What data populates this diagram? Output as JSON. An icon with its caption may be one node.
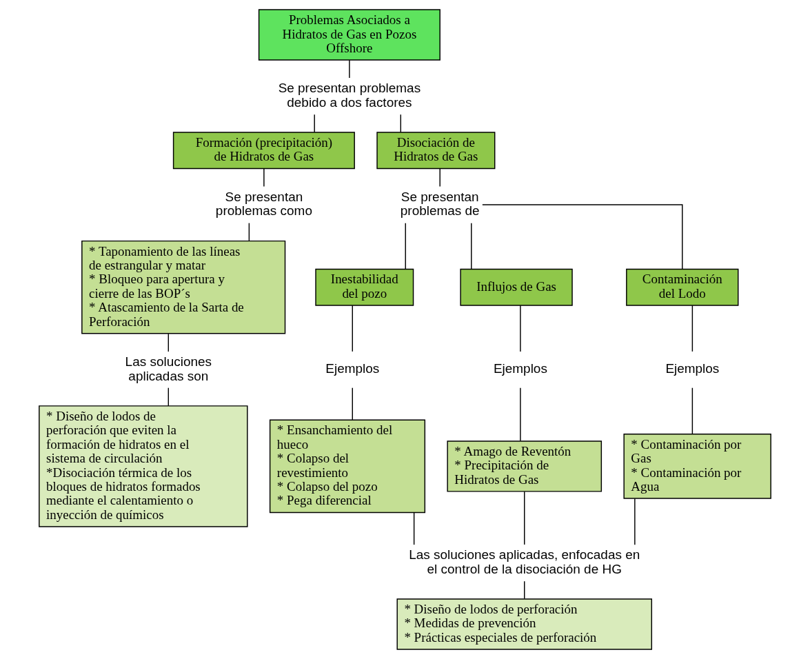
{
  "diagram": {
    "nodes": [
      {
        "text": [
          "Problemas Asociados a Hidratos de Gas en Pozos Offshore"
        ]
      },
      {
        "text": [
          "Se presentan problemas debido a dos factores"
        ]
      },
      {
        "text": [
          "Formación (precipitación) de Hidratos de Gas"
        ]
      },
      {
        "text": [
          "Disociación de Hidratos de Gas"
        ]
      },
      {
        "text": [
          "Se presentan problemas como"
        ]
      },
      {
        "text": [
          "* Taponamiento de las líneas de estrangular y matar",
          "* Bloqueo para apertura y cierre de las BOP´s",
          "* Atascamiento de la Sarta de Perforación"
        ]
      },
      {
        "text": [
          "Las soluciones aplicadas son"
        ]
      },
      {
        "text": [
          "* Diseño de lodos de perforación que eviten la formación de hidratos en el sistema de circulación",
          "*Disociación térmica de los bloques de hidratos formados mediante el calentamiento o inyección de químicos"
        ]
      },
      {
        "text": [
          "Se presentan problemas de"
        ]
      },
      {
        "text": [
          "Inestabilidad del pozo"
        ]
      },
      {
        "text": [
          "Influjos de Gas"
        ]
      },
      {
        "text": [
          "Contaminación del Lodo"
        ]
      },
      {
        "text": [
          "Ejemplos"
        ]
      },
      {
        "text": [
          "Ejemplos"
        ]
      },
      {
        "text": [
          "Ejemplos"
        ]
      },
      {
        "text": [
          "* Ensanchamiento del hueco",
          "* Colapso del revestimiento",
          "* Colapso del pozo",
          "* Pega diferencial"
        ]
      },
      {
        "text": [
          "* Amago de Reventón",
          "* Precipitación de Hidratos de Gas"
        ]
      },
      {
        "text": [
          "* Contaminación por Gas",
          "* Contaminación por Agua"
        ]
      },
      {
        "text": [
          "Las soluciones aplicadas, enfocadas en el control de la disociación de HG"
        ]
      },
      {
        "text": [
          "* Diseño de lodos de perforación",
          "* Medidas de prevención",
          "* Prácticas especiales de perforación"
        ]
      }
    ],
    "edges": [
      {
        "from": 0,
        "to": 1,
        "arrow": "none"
      },
      {
        "from": 1,
        "to": 2,
        "arrow": "none"
      },
      {
        "from": 1,
        "to": 3,
        "arrow": "none"
      },
      {
        "from": 2,
        "to": 4,
        "arrow": "none"
      },
      {
        "from": 4,
        "to": 5,
        "arrow": "none"
      },
      {
        "from": 5,
        "to": 6,
        "arrow": "none"
      },
      {
        "from": 6,
        "to": 7,
        "arrow": "none"
      },
      {
        "from": 3,
        "to": 8,
        "arrow": "none"
      },
      {
        "from": 8,
        "to": 9,
        "arrow": "none"
      },
      {
        "from": 8,
        "to": 10,
        "arrow": "none"
      },
      {
        "from": 8,
        "to": 11,
        "arrow": "none"
      },
      {
        "from": 9,
        "to": 12,
        "arrow": "none"
      },
      {
        "from": 12,
        "to": 15,
        "arrow": "none"
      },
      {
        "from": 10,
        "to": 13,
        "arrow": "none"
      },
      {
        "from": 13,
        "to": 16,
        "arrow": "none"
      },
      {
        "from": 11,
        "to": 14,
        "arrow": "none"
      },
      {
        "from": 14,
        "to": 17,
        "arrow": "none"
      },
      {
        "from": 15,
        "to": 18,
        "arrow": "none"
      },
      {
        "from": 16,
        "to": 18,
        "arrow": "none"
      },
      {
        "from": 17,
        "to": 18,
        "arrow": "none"
      },
      {
        "from": 18,
        "to": 19,
        "arrow": "none"
      }
    ]
  }
}
